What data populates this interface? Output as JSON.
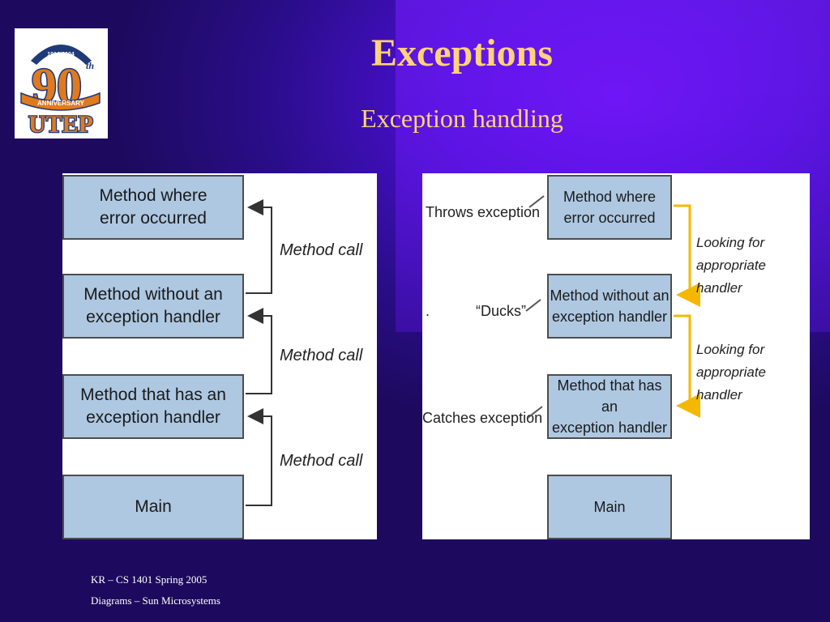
{
  "slide": {
    "title": "Exceptions",
    "subtitle": "Exception handling"
  },
  "logo": {
    "years": "1914-2004",
    "number": "90",
    "suffix": "th",
    "ribbon": "ANNIVERSARY",
    "name": "UTEP"
  },
  "left_diagram": {
    "boxes": [
      "Method where\nerror occurred",
      "Method without an\nexception handler",
      "Method that has an\nexception handler",
      "Main"
    ],
    "call_label": "Method call"
  },
  "right_diagram": {
    "boxes": [
      "Method where\nerror occurred",
      "Method without an\nexception handler",
      "Method that has an\nexception handler",
      "Main"
    ],
    "throws_label": "Throws exception",
    "ducks_label": "“Ducks”",
    "catches_label": "Catches exception",
    "looking_label": "Looking for\nappropriate handler",
    "dot_mark": "."
  },
  "footer": {
    "line1": "KR – CS 1401 Spring 2005",
    "line2": "Diagrams – Sun Microsystems"
  },
  "colors": {
    "title": "#ffd27a",
    "box_fill": "#aec8e2",
    "orange_arrow": "#f5b800"
  }
}
